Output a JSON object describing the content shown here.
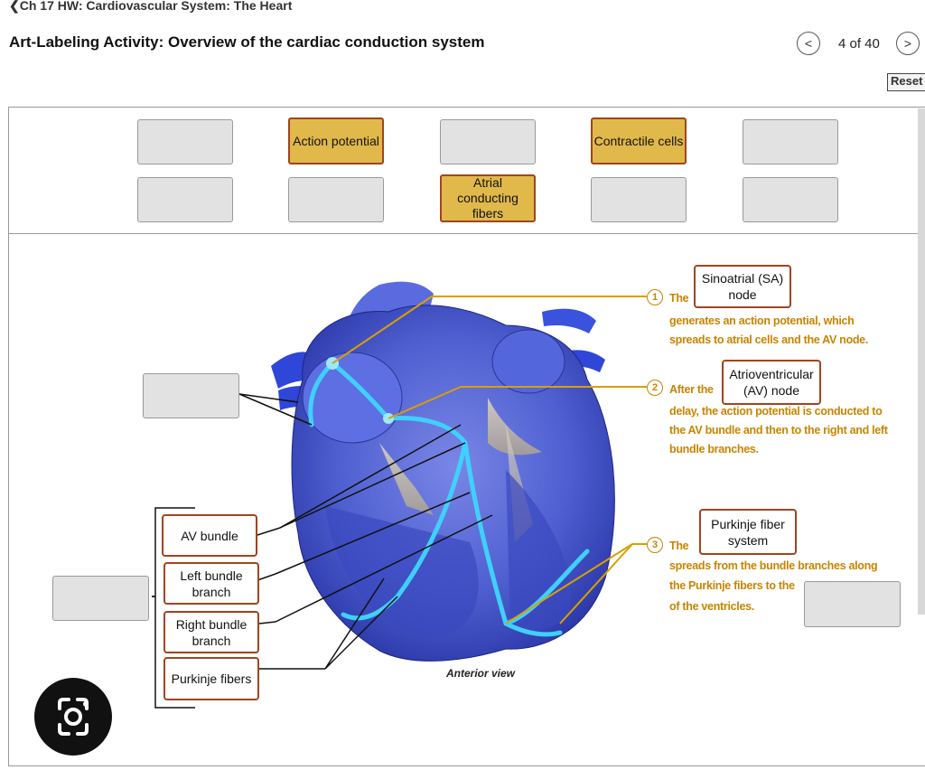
{
  "header": {
    "breadcrumb": "Ch 17 HW: Cardiovascular System: The Heart",
    "title": "Art-Labeling Activity: Overview of the cardiac conduction system",
    "pager": "4 of 40",
    "prev_label": "<",
    "next_label": ">",
    "reset_label": "Reset"
  },
  "word_bank": {
    "tiles": [
      {
        "label": "Action potential"
      },
      {
        "label": "Contractile cells"
      },
      {
        "label": "Atrial conducting fibers"
      }
    ]
  },
  "diagram": {
    "labels": {
      "av_bundle": "AV bundle",
      "left_bundle_branch": "Left bundle branch",
      "right_bundle_branch": "Right bundle branch",
      "purkinje_fibers": "Purkinje fibers",
      "sa_node": "Sinoatrial (SA) node",
      "av_node": "Atrioventricular (AV) node",
      "purkinje_system": "Purkinje fiber system"
    },
    "steps": [
      {
        "number": "1",
        "prefix": "The",
        "text": "generates an action potential, which spreads to atrial cells and the AV node."
      },
      {
        "number": "2",
        "prefix": "After the",
        "text": "delay, the action potential is conducted to the AV bundle and then to the right and left bundle branches."
      },
      {
        "number": "3",
        "prefix": "The",
        "text1": "spreads from the bundle branches along",
        "text2": "the Purkinje fibers to the",
        "text3": "of the ventricles."
      }
    ],
    "caption": "Anterior view"
  },
  "colors": {
    "tile_fill": "#e1b94b",
    "tile_border": "#a0441f",
    "step_text": "#c88400",
    "conduction": "#3fd0ff"
  }
}
